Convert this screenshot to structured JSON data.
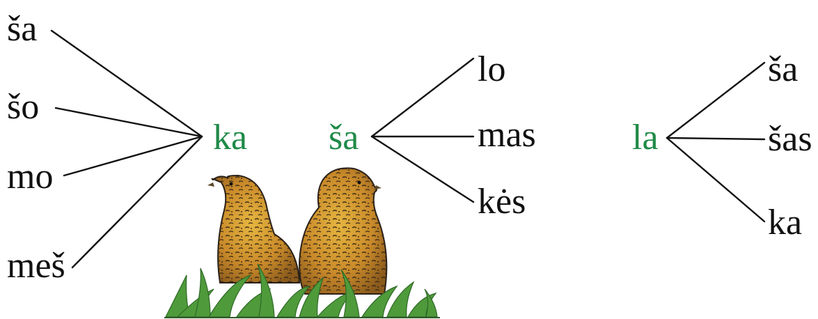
{
  "colors": {
    "text": "#111111",
    "hub": "#1f8a48",
    "line": "#111111"
  },
  "groups": [
    {
      "hub": "ka",
      "prefixes": [
        "ša",
        "šo",
        "mo",
        "meš"
      ],
      "suffixes": []
    },
    {
      "hub": "ša",
      "prefixes": [],
      "suffixes": [
        "lo",
        "mas",
        "kės"
      ]
    },
    {
      "hub": "la",
      "prefixes": [],
      "suffixes": [
        "ša",
        "šas",
        "ka"
      ]
    }
  ],
  "illustration": {
    "icon": "two-partridges-in-grass-icon"
  }
}
